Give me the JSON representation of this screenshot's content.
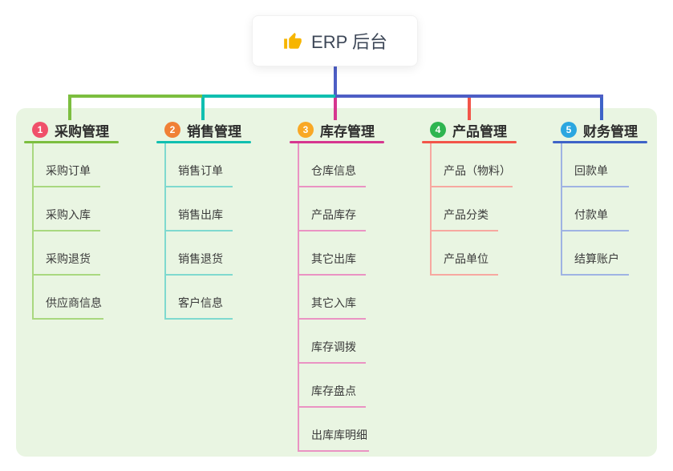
{
  "canvas": {
    "background": "#ffffff",
    "panel_color": "#e9f5e2"
  },
  "root": {
    "label": "ERP 后台",
    "icon": "thumbs-up-icon",
    "icon_color": "#f7b500",
    "connector_color": "#4d5ec5"
  },
  "connectors": {
    "left_segment_color": "#7cbe3f",
    "middle_segment_color": "#10bfb0",
    "right_segment_color": "#4d5ec5"
  },
  "branches": [
    {
      "number": "1",
      "label": "采购管理",
      "badge_color": "#f0506a",
      "accent": "#7cbe3f",
      "line_color": "#a9d87f",
      "children": [
        "采购订单",
        "采购入库",
        "采购退货",
        "供应商信息"
      ]
    },
    {
      "number": "2",
      "label": "销售管理",
      "badge_color": "#f08036",
      "accent": "#10bfb0",
      "line_color": "#7fd9cf",
      "children": [
        "销售订单",
        "销售出库",
        "销售退货",
        "客户信息"
      ]
    },
    {
      "number": "3",
      "label": "库存管理",
      "badge_color": "#f9a825",
      "accent": "#d6368f",
      "line_color": "#ea93c3",
      "children": [
        "仓库信息",
        "产品库存",
        "其它出库",
        "其它入库",
        "库存调拨",
        "库存盘点",
        "出库库明细"
      ]
    },
    {
      "number": "4",
      "label": "产品管理",
      "badge_color": "#2eb550",
      "accent": "#f25549",
      "line_color": "#f7a8a0",
      "children": [
        "产品（物料）",
        "产品分类",
        "产品单位"
      ]
    },
    {
      "number": "5",
      "label": "财务管理",
      "badge_color": "#2ba6e0",
      "accent": "#3e63c8",
      "line_color": "#9fb3e3",
      "children": [
        "回款单",
        "付款单",
        "结算账户"
      ]
    }
  ]
}
